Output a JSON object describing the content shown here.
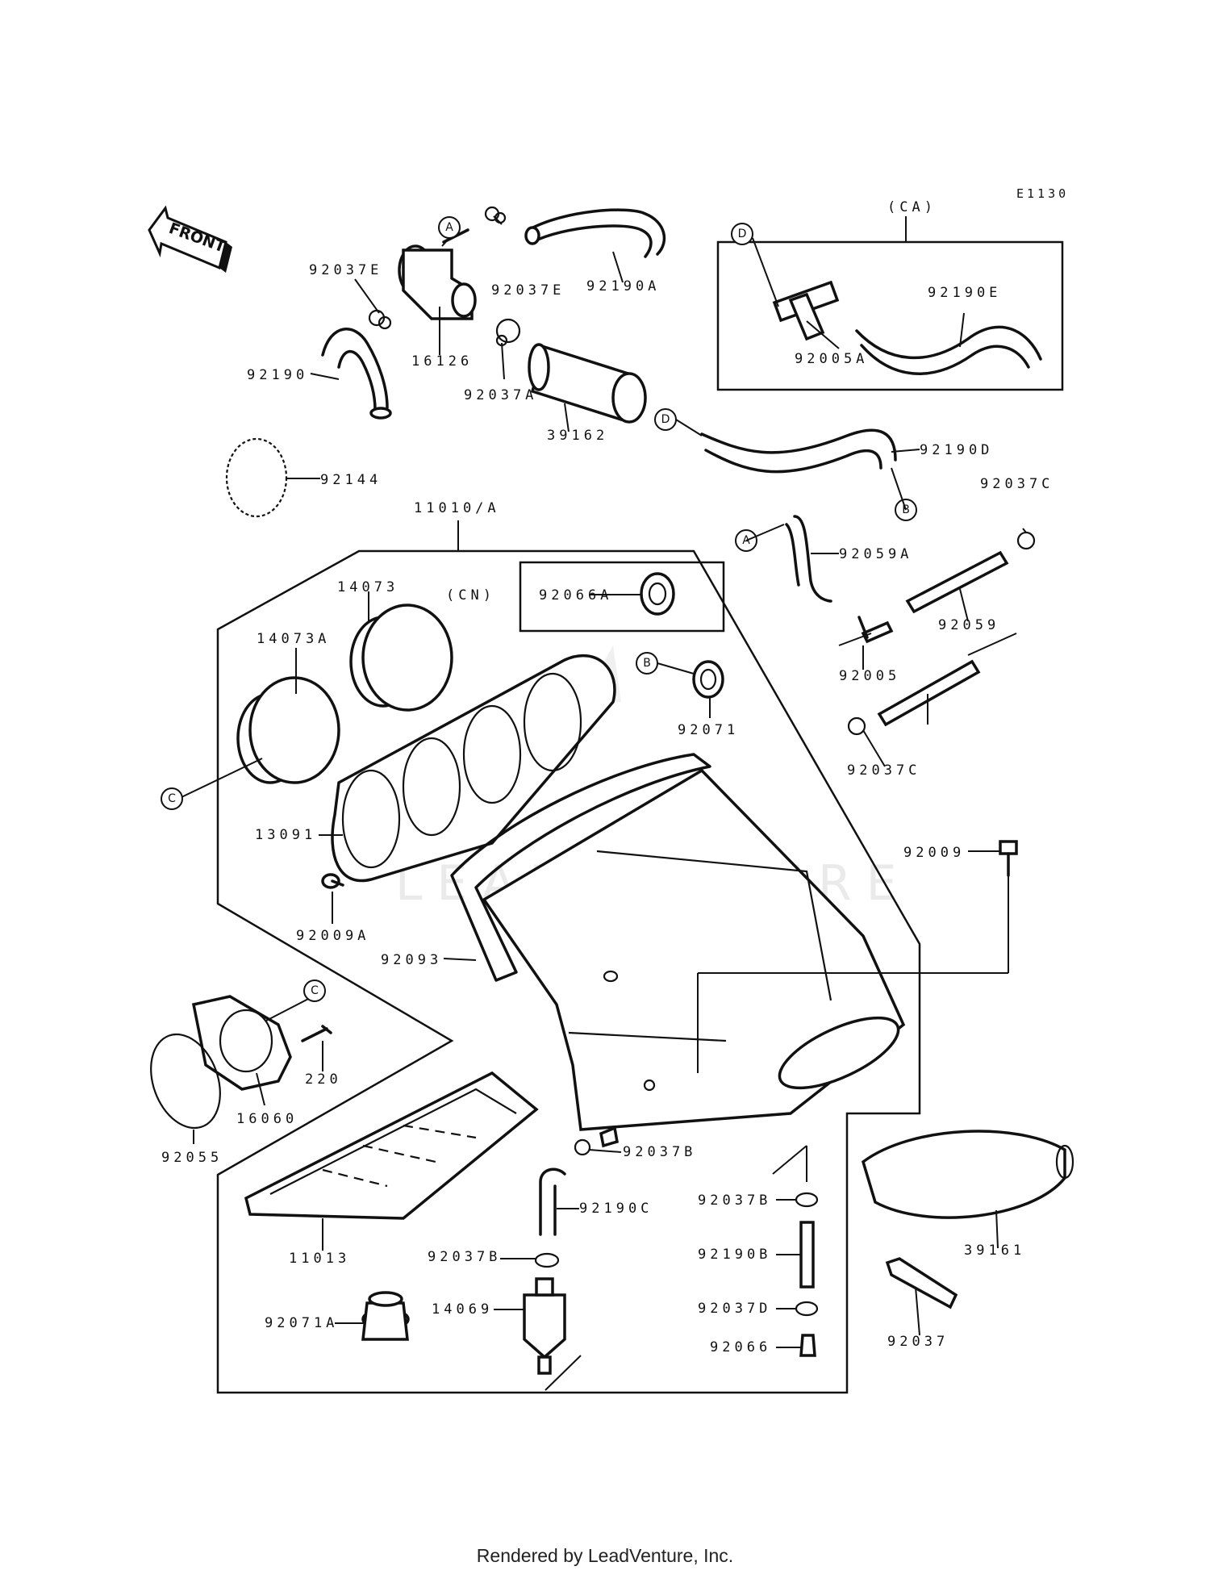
{
  "diagram_code": "E1130",
  "front_label": "FRONT",
  "watermark": "LEADVENTURE",
  "footer": "Rendered by LeadVenture, Inc.",
  "groups": {
    "ca": "(CA)",
    "cn": "(CN)"
  },
  "callouts": [
    "A",
    "B",
    "C",
    "D"
  ],
  "parts": [
    "92037E",
    "92037E",
    "92190A",
    "16126",
    "92037A",
    "92190",
    "39162",
    "92144",
    "92190E",
    "92005A",
    "92190D",
    "92037C",
    "11010/A",
    "92059A",
    "92059",
    "92005",
    "14073",
    "92066A",
    "14073A",
    "92071",
    "92037C",
    "13091",
    "92009",
    "92009A",
    "92093",
    "220",
    "16060",
    "92055",
    "92037B",
    "92037B",
    "92190C",
    "11013",
    "92037B",
    "14069",
    "92071A",
    "92190B",
    "92037D",
    "92066",
    "39161",
    "92037"
  ]
}
